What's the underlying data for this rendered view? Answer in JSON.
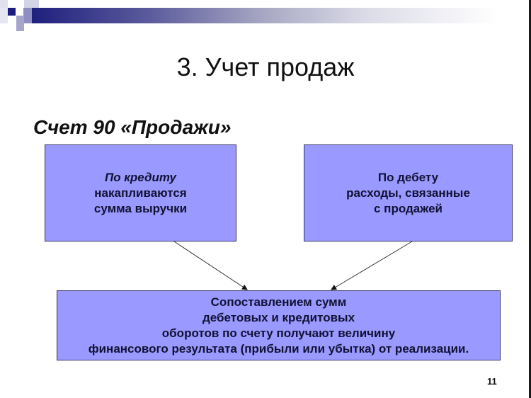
{
  "slide": {
    "title": "3. Учет продаж",
    "subtitle": "Счет 90 «Продажи»",
    "page_number": "11",
    "colors": {
      "box_fill": "#9999ff",
      "box_border": "#333366",
      "band_start": "#1f1f7e",
      "band_end": "#ffffff",
      "text": "#111111"
    }
  },
  "diagram": {
    "nodes": [
      {
        "id": "credit",
        "lines": [
          "По кредиту",
          "накапливаются",
          "сумма выручки"
        ]
      },
      {
        "id": "debit",
        "lines": [
          "По дебету",
          "расходы, связанные",
          "с продажей"
        ]
      },
      {
        "id": "result",
        "lines": [
          "Сопоставлением сумм",
          "дебетовых и кредитовых",
          "оборотов по счету получают величину",
          "финансового результата (прибыли или убытка) от реализации."
        ]
      }
    ],
    "edges": [
      {
        "from": "credit",
        "to": "result"
      },
      {
        "from": "debit",
        "to": "result"
      }
    ]
  }
}
